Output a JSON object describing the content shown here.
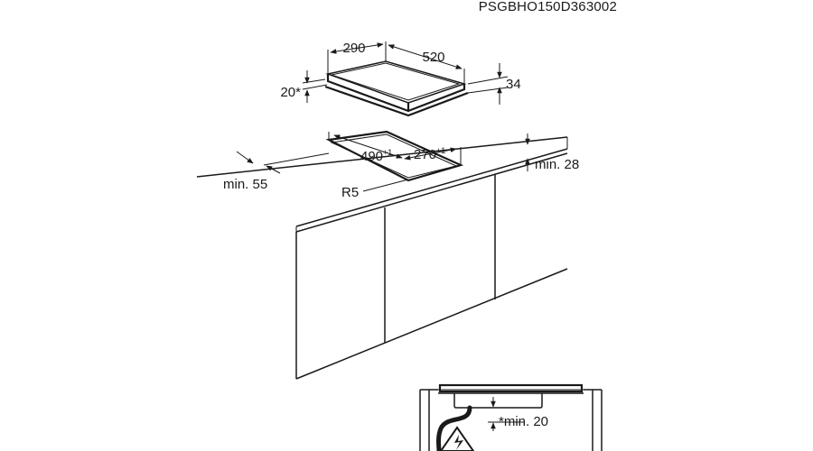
{
  "diagram": {
    "code": "PSGBHO150D363002",
    "hob": {
      "depth": "290",
      "width": "520",
      "thickness": "34",
      "offset": "20*"
    },
    "cutout": {
      "width_value": "490",
      "width_tol": "+1",
      "depth_value": "270",
      "depth_tol": "+1",
      "radius": "R5",
      "min_front": "min. 55",
      "min_worktop": "min. 28"
    },
    "detail": {
      "clearance": "*min. 20"
    },
    "icons": [
      "hob-outline",
      "cutout-outline",
      "worktop",
      "cabinet",
      "electric-hazard-icon",
      "power-cable"
    ]
  }
}
